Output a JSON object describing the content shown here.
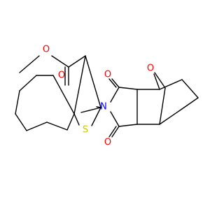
{
  "molecule": {
    "atom_labels": {
      "ester_carbonyl_o": "O",
      "ester_ether_o": "O",
      "ring_sulfur": "S",
      "imide_nitrogen": "N",
      "imide_carbonyl_o_top": "O",
      "imide_carbonyl_o_bottom": "O",
      "bridge_oxygen": "O"
    },
    "colors": {
      "bond": "#000000",
      "oxygen": "#ff0000",
      "nitrogen": "#0000ff",
      "sulfur": "#c8c800"
    }
  }
}
